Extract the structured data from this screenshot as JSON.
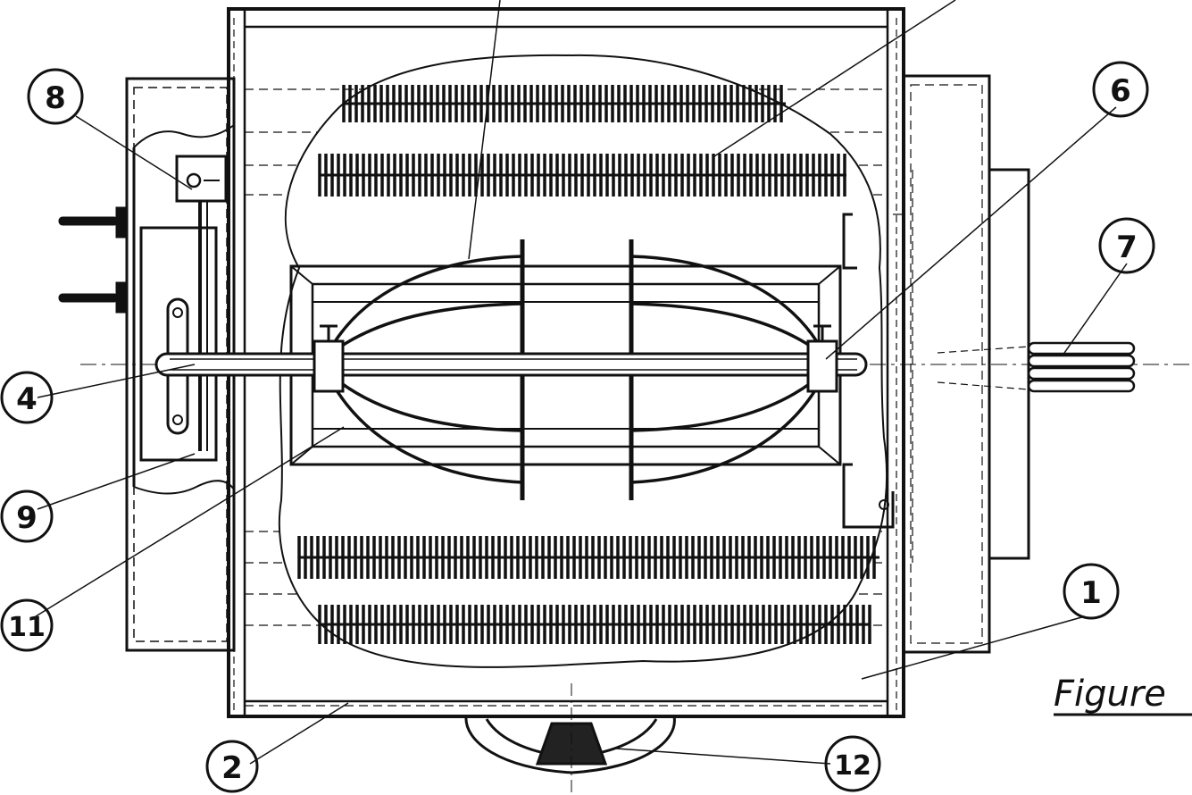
{
  "figure": {
    "caption": "Figure",
    "callouts": [
      {
        "id": "c1",
        "label": "1"
      },
      {
        "id": "c2",
        "label": "2"
      },
      {
        "id": "c4",
        "label": "4"
      },
      {
        "id": "c6",
        "label": "6"
      },
      {
        "id": "c7",
        "label": "7"
      },
      {
        "id": "c8",
        "label": "8"
      },
      {
        "id": "c9",
        "label": "9"
      },
      {
        "id": "c11",
        "label": "11"
      },
      {
        "id": "c12",
        "label": "12"
      }
    ]
  },
  "colors": {
    "ink": "#111111",
    "paper": "#ffffff"
  }
}
